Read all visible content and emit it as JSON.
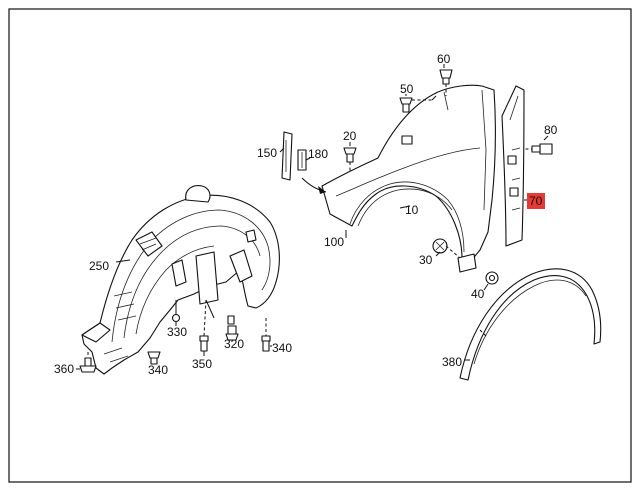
{
  "diagram": {
    "highlight_color": "#e53935",
    "callouts": [
      {
        "id": "60",
        "text": "60"
      },
      {
        "id": "50",
        "text": "50"
      },
      {
        "id": "80",
        "text": "80"
      },
      {
        "id": "20",
        "text": "20"
      },
      {
        "id": "150",
        "text": "150"
      },
      {
        "id": "180",
        "text": "180"
      },
      {
        "id": "70",
        "text": "70",
        "highlighted": true
      },
      {
        "id": "10",
        "text": "10"
      },
      {
        "id": "100",
        "text": "100"
      },
      {
        "id": "30",
        "text": "30"
      },
      {
        "id": "40",
        "text": "40"
      },
      {
        "id": "250",
        "text": "250"
      },
      {
        "id": "330",
        "text": "330"
      },
      {
        "id": "320",
        "text": "320"
      },
      {
        "id": "340a",
        "text": "340"
      },
      {
        "id": "340b",
        "text": "340"
      },
      {
        "id": "350",
        "text": "350"
      },
      {
        "id": "360",
        "text": "360"
      },
      {
        "id": "380",
        "text": "380"
      }
    ]
  }
}
